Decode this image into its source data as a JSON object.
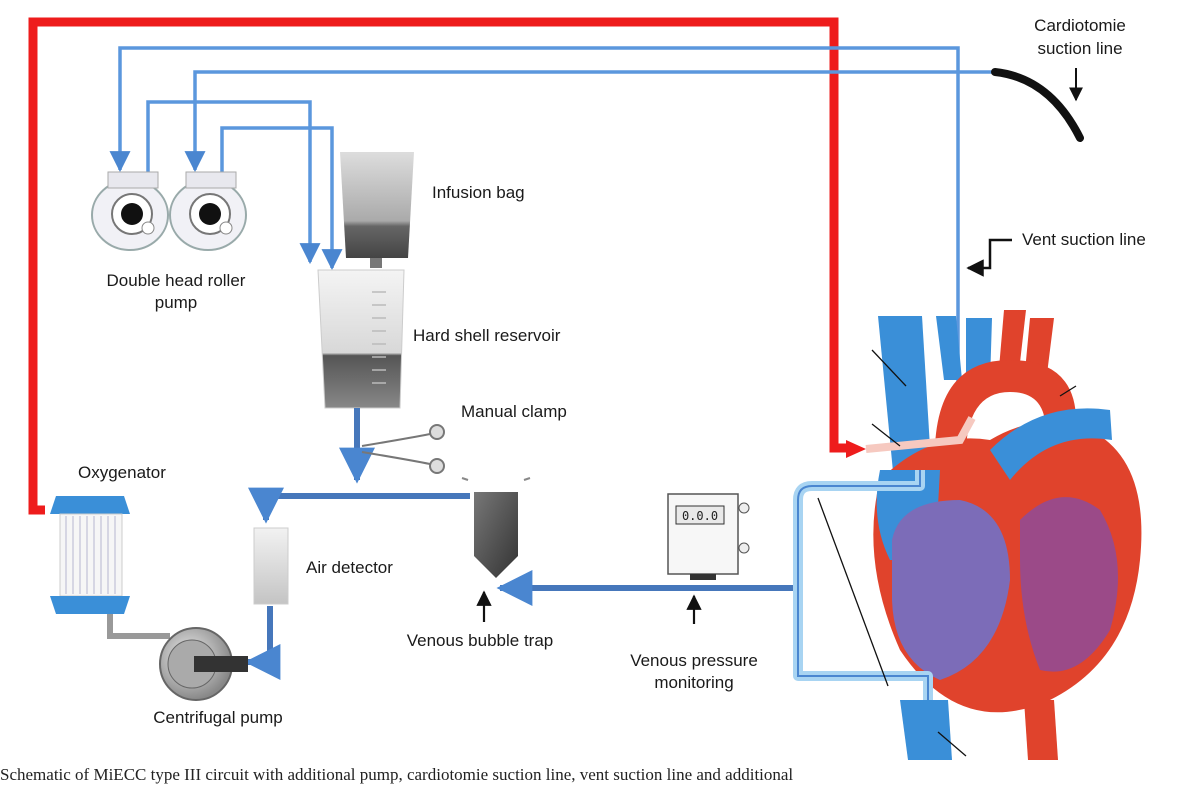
{
  "labels": {
    "cardiotomie": [
      "Cardiotomie",
      "suction line"
    ],
    "infusion_bag": "Infusion bag",
    "vent_suction": "Vent suction line",
    "roller_pump": [
      "Double head roller",
      "pump"
    ],
    "reservoir": "Hard shell reservoir",
    "manual_clamp": "Manual clamp",
    "oxygenator": "Oxygenator",
    "air_detector": "Air detector",
    "bubble_trap": "Venous bubble trap",
    "pressure_monitor": [
      "Venous pressure",
      "monitoring"
    ],
    "centrifugal_pump": "Centrifugal pump"
  },
  "monitor_display": "0.0.0",
  "caption": "Schematic of MiECC type III circuit with additional pump, cardiotomie suction line, vent suction line and additional",
  "colors": {
    "arterial_line": "#ee1c1c",
    "venous_line": "#4a86d0",
    "suction_line": "#5b97dd",
    "heart_red": "#e0432c",
    "heart_blue": "#3a8fd8",
    "heart_chamber": "#7c6cb8"
  }
}
